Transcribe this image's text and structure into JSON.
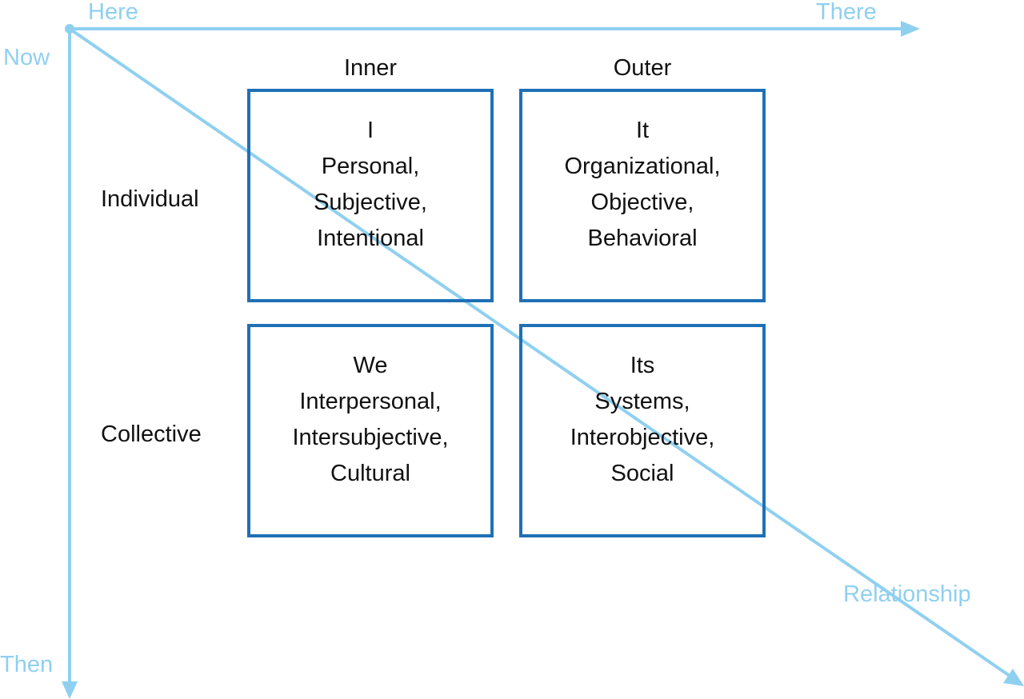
{
  "axes": {
    "here": "Here",
    "there": "There",
    "now": "Now",
    "then": "Then",
    "relationship": "Relationship"
  },
  "columns": {
    "inner": "Inner",
    "outer": "Outer"
  },
  "rows": {
    "individual": "Individual",
    "collective": "Collective"
  },
  "quadrants": {
    "upper_left": {
      "title": "I",
      "lines": [
        "Personal,",
        "Subjective,",
        "Intentional"
      ]
    },
    "upper_right": {
      "title": "It",
      "lines": [
        "Organizational,",
        "Objective,",
        "Behavioral"
      ]
    },
    "lower_left": {
      "title": "We",
      "lines": [
        "Interpersonal,",
        "Intersubjective,",
        "Cultural"
      ]
    },
    "lower_right": {
      "title": "Its",
      "lines": [
        "Systems,",
        "Interobjective,",
        "Social"
      ]
    }
  },
  "colors": {
    "axis": "#8fd0f0",
    "box_border": "#1f70b5",
    "text": "#111111"
  }
}
